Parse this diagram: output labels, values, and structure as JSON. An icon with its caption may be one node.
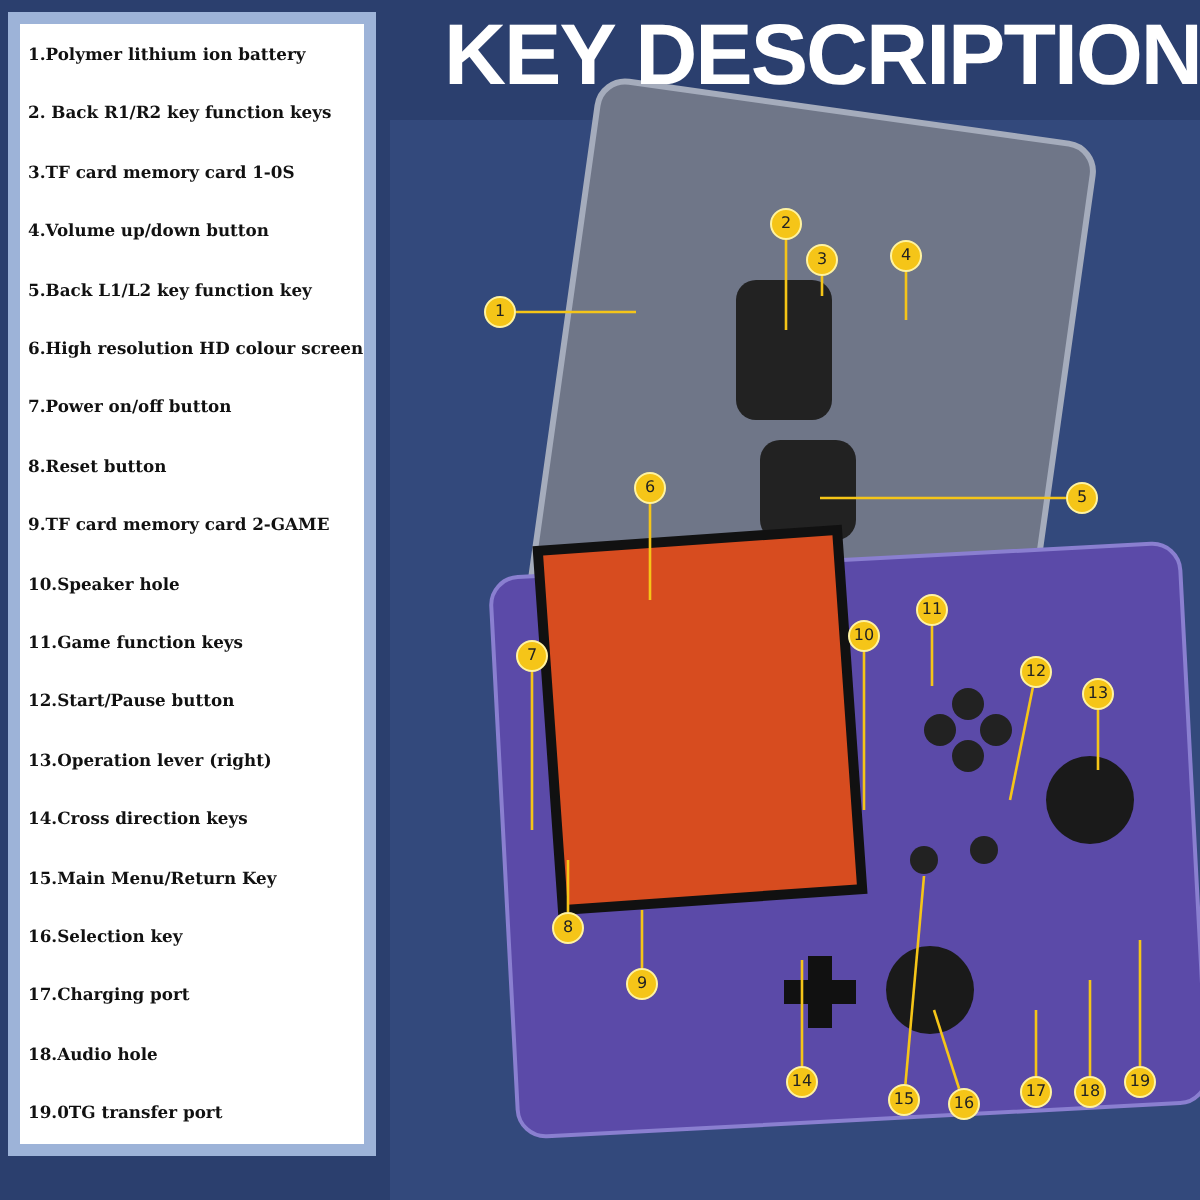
{
  "diagram": {
    "title": "KEY DESCRIPTION",
    "nodes": [
      {
        "text": [
          "1"
        ]
      },
      {
        "text": [
          "2"
        ]
      },
      {
        "text": [
          "3"
        ]
      },
      {
        "text": [
          "4"
        ]
      },
      {
        "text": [
          "5"
        ]
      },
      {
        "text": [
          "6"
        ]
      },
      {
        "text": [
          "7"
        ]
      },
      {
        "text": [
          "8"
        ]
      },
      {
        "text": [
          "9"
        ]
      },
      {
        "text": [
          "10"
        ]
      },
      {
        "text": [
          "11"
        ]
      },
      {
        "text": [
          "12"
        ]
      },
      {
        "text": [
          "13"
        ]
      },
      {
        "text": [
          "14"
        ]
      },
      {
        "text": [
          "15"
        ]
      },
      {
        "text": [
          "16"
        ]
      },
      {
        "text": [
          "17"
        ]
      },
      {
        "text": [
          "18"
        ]
      },
      {
        "text": [
          "19"
        ]
      }
    ],
    "edges": [
      {
        "from": 0,
        "to": null,
        "arrow": "none"
      },
      {
        "from": 1,
        "to": null,
        "arrow": "none"
      },
      {
        "from": 2,
        "to": null,
        "arrow": "none"
      },
      {
        "from": 3,
        "to": null,
        "arrow": "none"
      },
      {
        "from": 4,
        "to": null,
        "arrow": "none"
      },
      {
        "from": 5,
        "to": null,
        "arrow": "none"
      },
      {
        "from": 6,
        "to": null,
        "arrow": "none"
      },
      {
        "from": 7,
        "to": null,
        "arrow": "none"
      },
      {
        "from": 8,
        "to": null,
        "arrow": "none"
      },
      {
        "from": 9,
        "to": null,
        "arrow": "none"
      },
      {
        "from": 10,
        "to": null,
        "arrow": "none"
      },
      {
        "from": 11,
        "to": null,
        "arrow": "none"
      },
      {
        "from": 12,
        "to": null,
        "arrow": "none"
      },
      {
        "from": 13,
        "to": null,
        "arrow": "none"
      },
      {
        "from": 14,
        "to": null,
        "arrow": "none"
      },
      {
        "from": 15,
        "to": null,
        "arrow": "none"
      },
      {
        "from": 16,
        "to": null,
        "arrow": "none"
      },
      {
        "from": 17,
        "to": null,
        "arrow": "none"
      },
      {
        "from": 18,
        "to": null,
        "arrow": "none"
      }
    ],
    "labels": [
      "1.Polymer lithium ion battery",
      "2. Back R1/R2 key function keys",
      "3.TF card memory card 1-0S",
      "4.Volume up/down button",
      "5.Back L1/L2 key function key",
      "6.High resolution HD colour screen",
      "7.Power on/off button",
      "8.Reset button",
      "9.TF card memory card 2-GAME",
      "10.Speaker hole",
      "11.Game function keys",
      "12.Start/Pause button",
      "13.Operation lever (right)",
      "14.Cross direction keys",
      "15.Main Menu/Return Key",
      "16.Selection key",
      "17.Charging port",
      "18.Audio hole",
      "19.0TG transfer port"
    ]
  }
}
